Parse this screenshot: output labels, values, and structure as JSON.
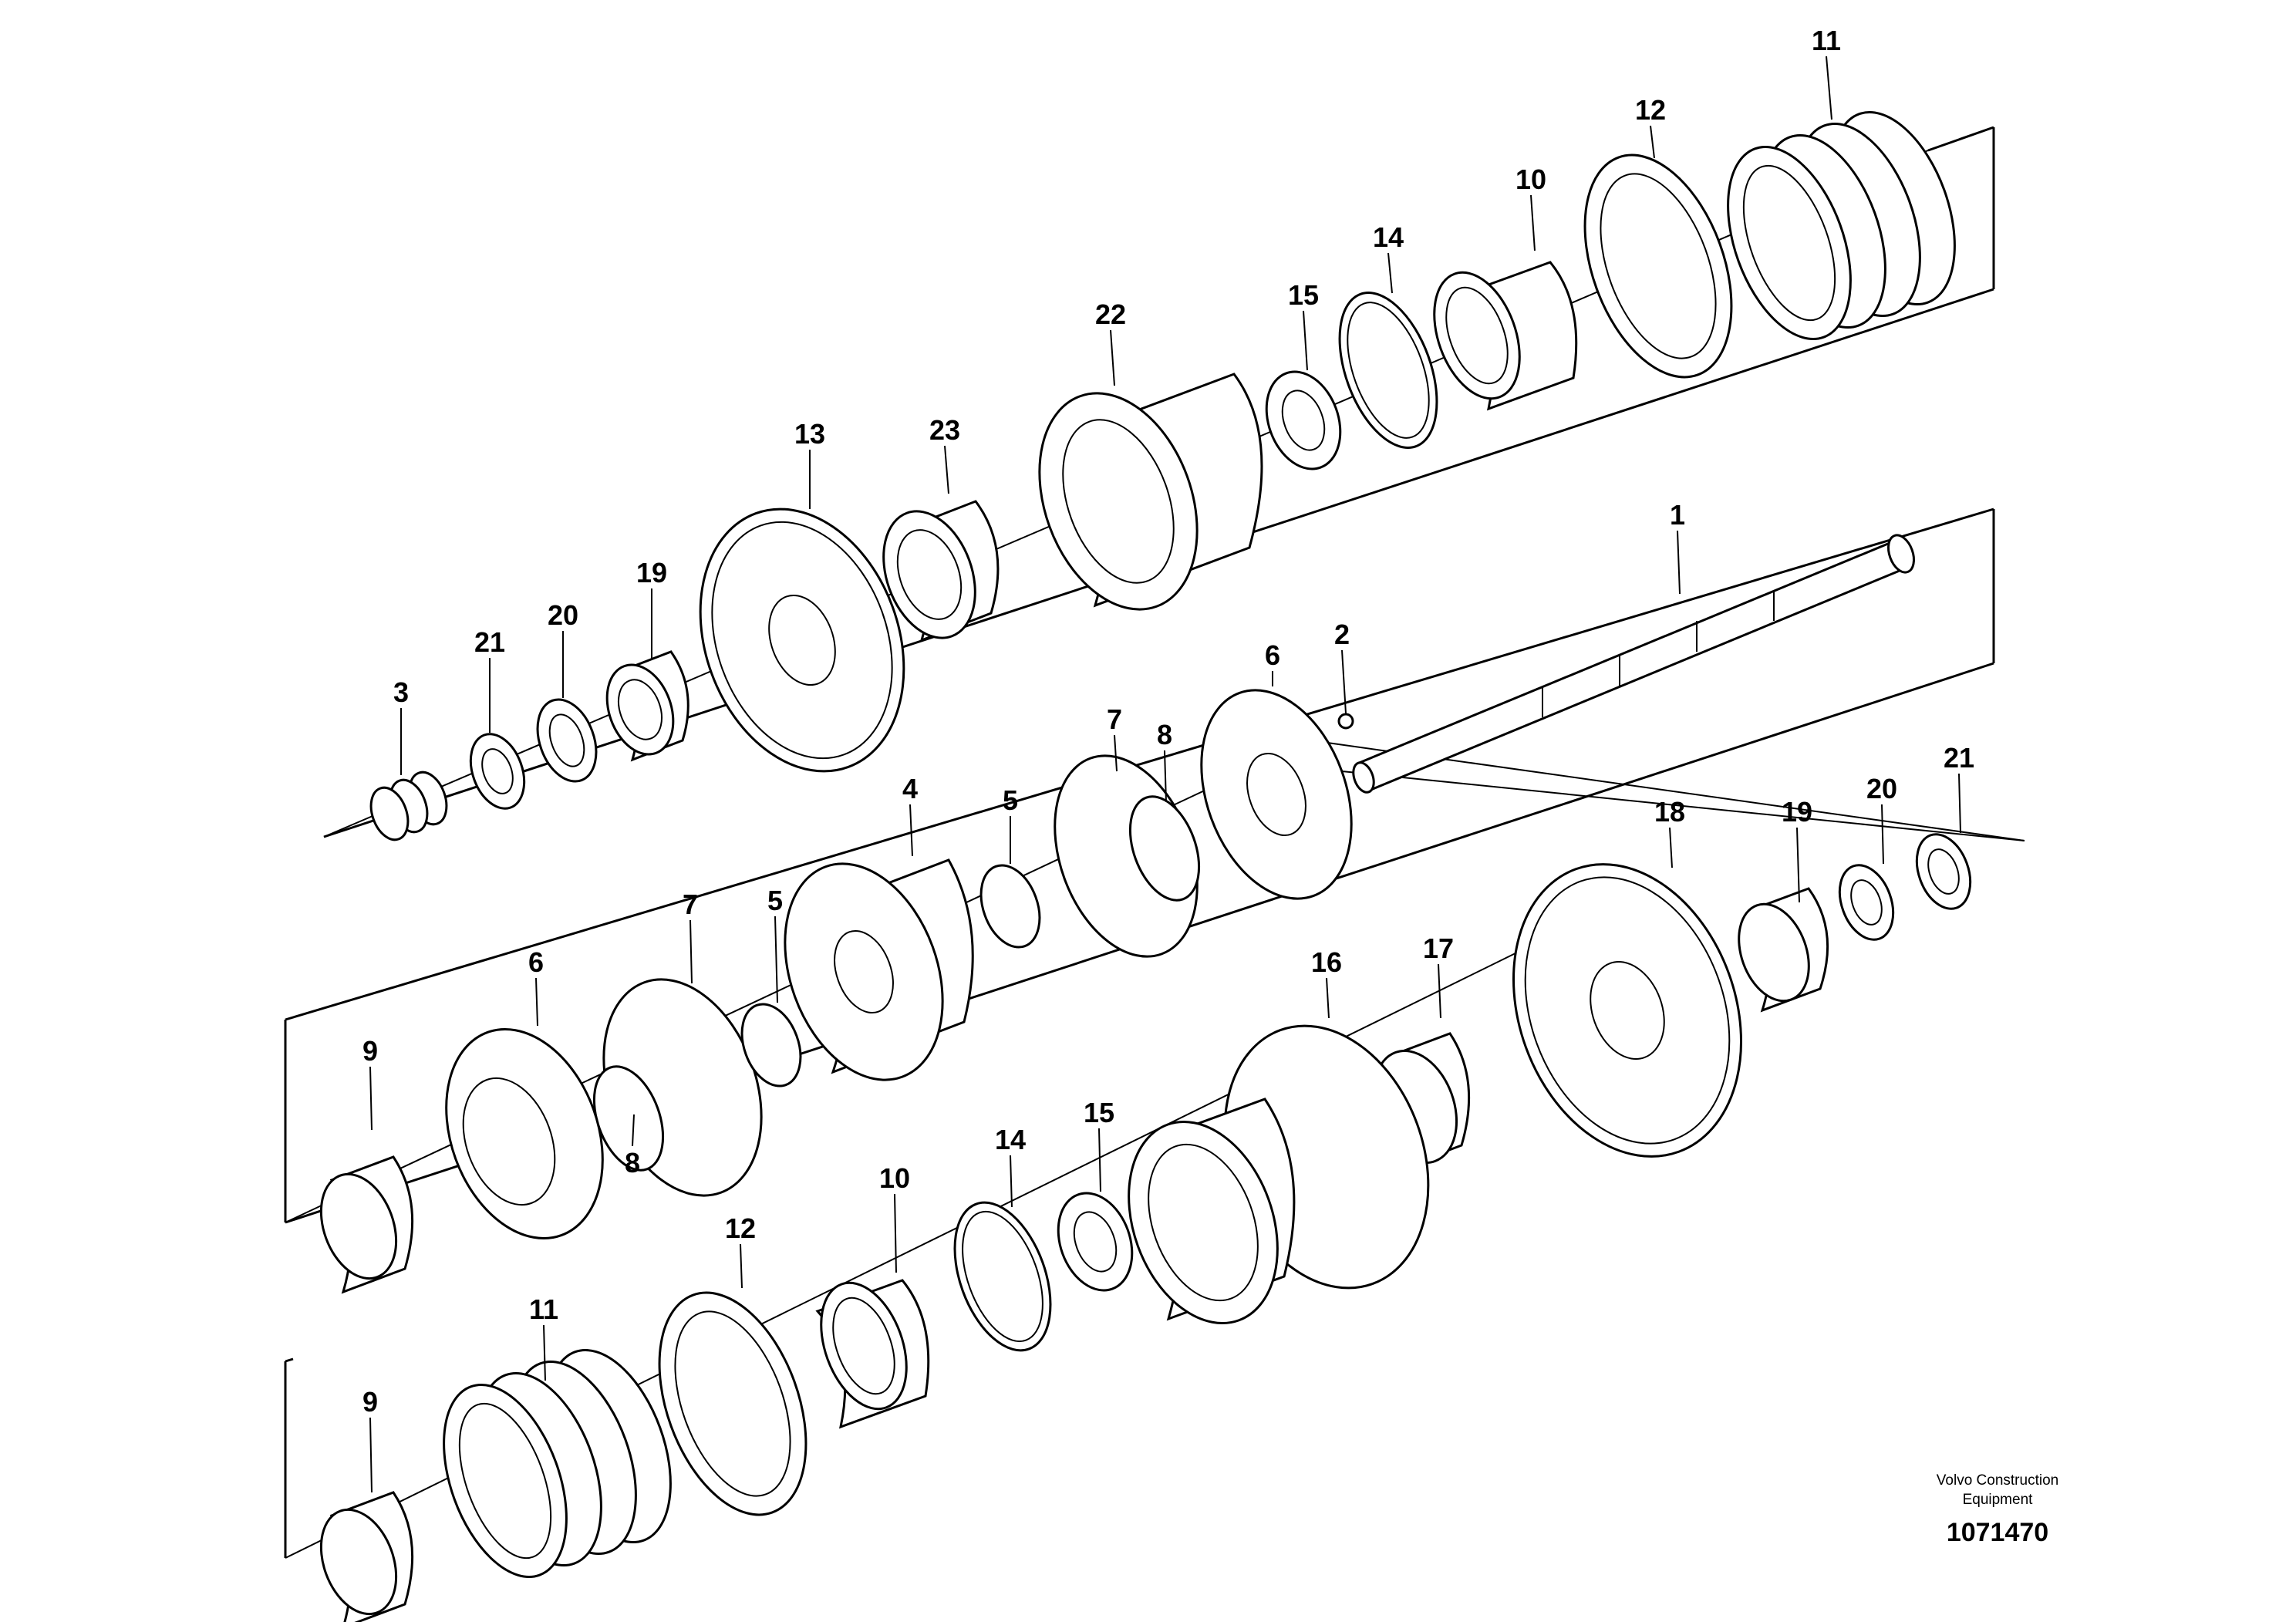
{
  "diagram": {
    "callouts": [
      "11",
      "12",
      "10",
      "14",
      "15",
      "22",
      "23",
      "13",
      "19",
      "20",
      "21",
      "3",
      "1",
      "2",
      "6",
      "7",
      "8",
      "5",
      "4",
      "7",
      "5",
      "6",
      "9",
      "8",
      "18",
      "19",
      "20",
      "21",
      "16",
      "17",
      "14",
      "15",
      "10",
      "12",
      "11",
      "9"
    ]
  },
  "footer": {
    "company_line1": "Volvo Construction",
    "company_line2": "Equipment",
    "drawing_number": "1071470"
  }
}
